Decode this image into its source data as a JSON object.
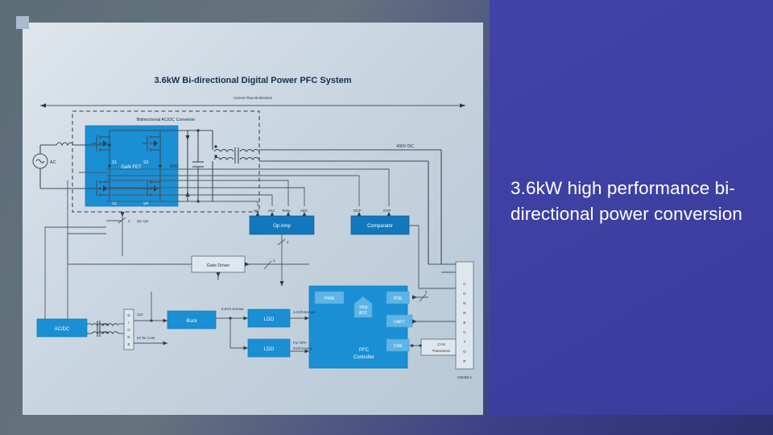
{
  "slide": {
    "headline": "3.6kW high performance bi-directional power conversion",
    "diagram_title": "3.6kW Bi-directional Digital Power PFC System",
    "current_flow_label": "Current Flow Bi-direction",
    "connector_ref": "CN02B-1"
  },
  "diagram": {
    "converter_box_label": "Bidirectional AC/DC Converter",
    "gan_block_label": "GaN FET",
    "switches": [
      "S1",
      "S3",
      "S2",
      "S4"
    ],
    "ac_source_label": "AC",
    "vdc_label": "VDC",
    "vdc_sub": "DC",
    "gate_signal_label": "Q1~Q4",
    "gate_signal_count": "4",
    "hv_rail_label": "400V DC",
    "sense_signals": [
      "IAC",
      "VAC",
      "Temp",
      "VDC"
    ],
    "protection_signals": [
      "OCP",
      "OVP"
    ],
    "blocks": {
      "op_amp": "Op Amp",
      "comparator": "Comparator",
      "gate_driver": "Gate Driver",
      "ac_dc": "AC/DC",
      "diode": "DIODE",
      "buck": "Buck",
      "ldo_1": "LDO",
      "ldo_2": "LDO",
      "pfc_controller_l1": "PFC",
      "pfc_controller_l2": "Controller",
      "pwm": "PWM",
      "adc_l1": "16bit",
      "adc_l2": "ADC",
      "poe": "POE",
      "uart": "UART",
      "can": "CAN",
      "can_transceiver_l1": "CAN",
      "can_transceiver_l2": "Transceiver",
      "connector": "CONNECTOR"
    },
    "bus_labels": {
      "op_amp_bus": "4",
      "gate_driver_bus": "4",
      "poe_bus": "2",
      "rail_12v": "12V",
      "rail_5v_can": "5V for CAN",
      "rail_buck_out": "6.5V/1.5Amax",
      "rail_ldo1_out": "3.3V/0.5Amax",
      "rail_ldo2_out_l1": "For OPA",
      "rail_ldo2_out_l2": "5V/0.5Amax"
    }
  },
  "colors": {
    "purple_panel": "#3f41a3",
    "card_light": "#cfdae4",
    "block_blue": "#1a8fd4",
    "block_blue_dark": "#1278bb",
    "block_light_blue": "#5fb4e4",
    "wire": "#4a5866"
  }
}
